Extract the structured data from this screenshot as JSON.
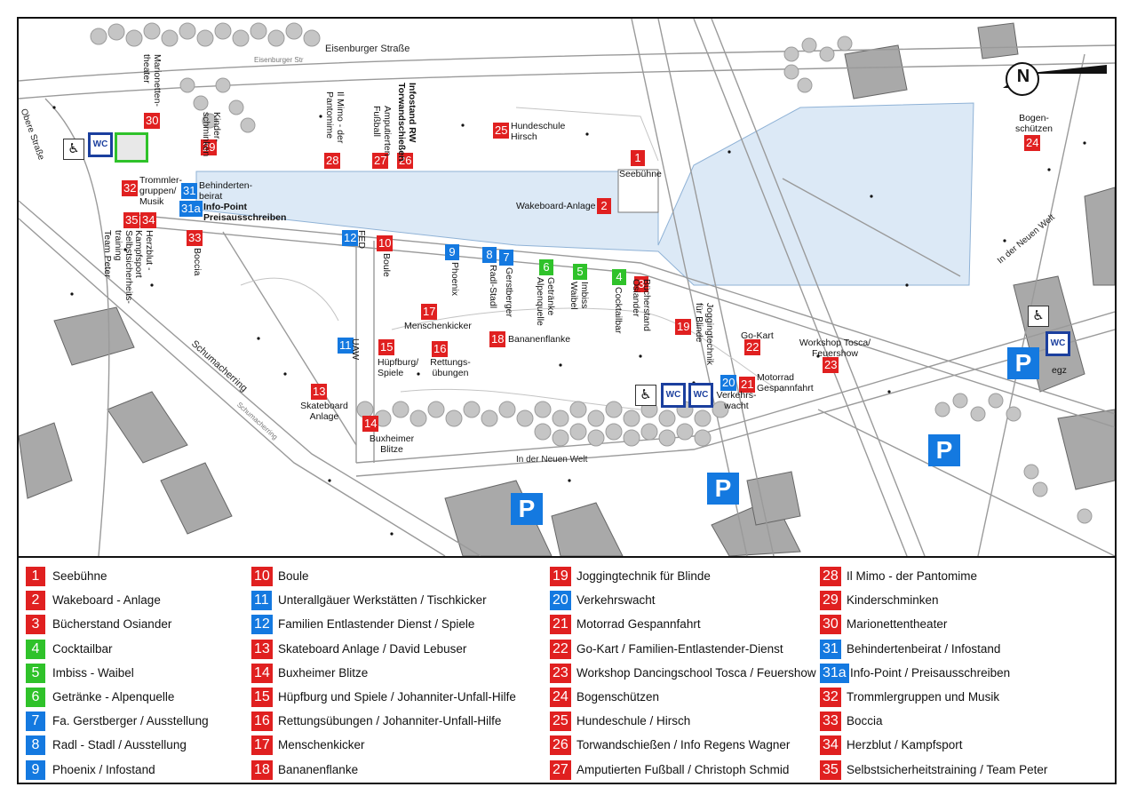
{
  "colors": {
    "red": "#e02020",
    "green": "#2fc22a",
    "blue": "#1479e0",
    "lake": "#dce9f6",
    "wc_border": "#1b3f9e"
  },
  "streets": {
    "eisenburger_strasse": "Eisenburger Straße",
    "eisenburger_str": "Eisenburger Str",
    "obere_strasse": "Obere Straße",
    "schumacherring": "Schumacherring",
    "schumacherring_small": "Schumacherring",
    "in_der_neuen_welt_road": "In der Neuen Welt",
    "in_der_neuen_welt_small": "In der Neuen Welt"
  },
  "map_labels": {
    "l1": "Seebühne",
    "l2": "Wakeboard-Anlage",
    "l3": "Bücherstand Osiander",
    "l4": "Cocktailbar",
    "l5": "Imbiss Waibel",
    "l6": "Getränke Alpenquelle",
    "l7": "Gerstberger",
    "l8": "Radl-Stadl",
    "l9": "Phoenix",
    "l10": "Boule",
    "l11": "UAW",
    "l12": "FED",
    "l13": "Skateboard Anlage",
    "l14": "Buxheimer Blitze",
    "l15": "Hüpfburg/ Spiele",
    "l16": "Rettungs- übungen",
    "l17": "Menschenkicker",
    "l18": "Bananenflanke",
    "l19": "Joggingtechnik für Blinde",
    "l20": "Verkehrs- wacht",
    "l21": "Motorrad Gespannfahrt",
    "l22": "Go-Kart",
    "l23": "Workshop Tosca/ Feuershow",
    "l24": "Bogen- schützen",
    "l25": "Hundeschule Hirsch",
    "l26": "Infostand RW Torwandschießen",
    "l27": "Amputierten Fußball",
    "l28": "Il Mimo - der Pantomime",
    "l29": "Kinder- schminken",
    "l30": "Marionetten- theater",
    "l31": "Behinderten- beirat",
    "l31a": "Info-Point Preisausschreiben",
    "l32": "Trommler- gruppen/ Musik",
    "l33": "Boccia",
    "l34": "Herzblut - Kampfsport",
    "l35": "Selbstsicherheits- training Team Peter",
    "egz": "egz",
    "wc": "WC",
    "parking": "P",
    "compass_n": "N"
  },
  "legend": [
    {
      "num": "1",
      "color": "red",
      "label": "Seebühne"
    },
    {
      "num": "2",
      "color": "red",
      "label": "Wakeboard - Anlage"
    },
    {
      "num": "3",
      "color": "red",
      "label": "Bücherstand Osiander"
    },
    {
      "num": "4",
      "color": "green",
      "label": "Cocktailbar"
    },
    {
      "num": "5",
      "color": "green",
      "label": "Imbiss - Waibel"
    },
    {
      "num": "6",
      "color": "green",
      "label": "Getränke - Alpenquelle"
    },
    {
      "num": "7",
      "color": "blue",
      "label": "Fa. Gerstberger / Ausstellung"
    },
    {
      "num": "8",
      "color": "blue",
      "label": "Radl - Stadl / Ausstellung"
    },
    {
      "num": "9",
      "color": "blue",
      "label": "Phoenix / Infostand"
    },
    {
      "num": "10",
      "color": "red",
      "label": "Boule"
    },
    {
      "num": "11",
      "color": "blue",
      "label": "Unterallgäuer Werkstätten / Tischkicker"
    },
    {
      "num": "12",
      "color": "blue",
      "label": "Familien Entlastender Dienst / Spiele"
    },
    {
      "num": "13",
      "color": "red",
      "label": "Skateboard Anlage / David Lebuser"
    },
    {
      "num": "14",
      "color": "red",
      "label": "Buxheimer Blitze"
    },
    {
      "num": "15",
      "color": "red",
      "label": "Hüpfburg und Spiele / Johanniter-Unfall-Hilfe"
    },
    {
      "num": "16",
      "color": "red",
      "label": "Rettungsübungen / Johanniter-Unfall-Hilfe"
    },
    {
      "num": "17",
      "color": "red",
      "label": "Menschenkicker"
    },
    {
      "num": "18",
      "color": "red",
      "label": "Bananenflanke"
    },
    {
      "num": "19",
      "color": "red",
      "label": "Joggingtechnik für Blinde"
    },
    {
      "num": "20",
      "color": "blue",
      "label": "Verkehrswacht"
    },
    {
      "num": "21",
      "color": "red",
      "label": "Motorrad Gespannfahrt"
    },
    {
      "num": "22",
      "color": "red",
      "label": "Go-Kart / Familien-Entlastender-Dienst"
    },
    {
      "num": "23",
      "color": "red",
      "label": "Workshop Dancingschool Tosca / Feuershow"
    },
    {
      "num": "24",
      "color": "red",
      "label": "Bogenschützen"
    },
    {
      "num": "25",
      "color": "red",
      "label": "Hundeschule / Hirsch"
    },
    {
      "num": "26",
      "color": "red",
      "label": "Torwandschießen / Info Regens Wagner"
    },
    {
      "num": "27",
      "color": "red",
      "label": "Amputierten Fußball / Christoph Schmid"
    },
    {
      "num": "28",
      "color": "red",
      "label": "Il Mimo - der Pantomime"
    },
    {
      "num": "29",
      "color": "red",
      "label": "Kinderschminken"
    },
    {
      "num": "30",
      "color": "red",
      "label": "Marionettentheater"
    },
    {
      "num": "31",
      "color": "blue",
      "label": "Behindertenbeirat / Infostand"
    },
    {
      "num": "31a",
      "color": "blue",
      "label": "Info-Point / Preisausschreiben"
    },
    {
      "num": "32",
      "color": "red",
      "label": "Trommlergruppen und Musik"
    },
    {
      "num": "33",
      "color": "red",
      "label": "Boccia"
    },
    {
      "num": "34",
      "color": "red",
      "label": "Herzblut / Kampfsport"
    },
    {
      "num": "35",
      "color": "red",
      "label": "Selbstsicherheitstraining / Team Peter"
    }
  ]
}
